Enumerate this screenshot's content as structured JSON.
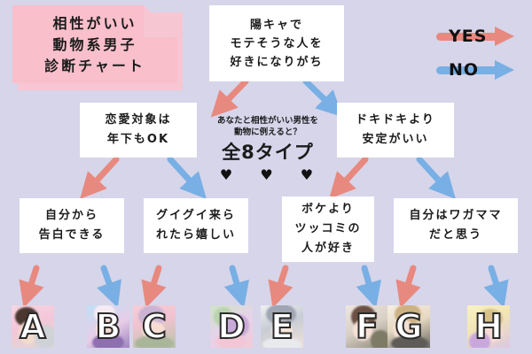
{
  "palette": {
    "background": "#d6d5ea",
    "yes_arrow": "#e8897f",
    "no_arrow": "#78afe4",
    "title_card": "#f9bfcb",
    "title_shadow": "#f6c6d2",
    "box_fill": "#ffffff",
    "text": "#1b1b1b"
  },
  "title": {
    "line1": "相性がいい",
    "line2": "動物系男子",
    "line3": "診断チャート"
  },
  "legend": {
    "yes_label": "YES",
    "no_label": "NO"
  },
  "center_caption": {
    "sub_line1": "あなたと相性がいい男性を",
    "sub_line2": "動物に例えると？",
    "main": "全8タイプ",
    "hearts": "♥ ♥ ♥"
  },
  "questions": {
    "root": {
      "line1": "陽キャで",
      "line2": "モテそうな人を",
      "line3": "好きになりがち"
    },
    "left": {
      "line1": "恋愛対象は",
      "line2": "年下もOK"
    },
    "right": {
      "line1": "ドキドキより",
      "line2": "安定がいい"
    },
    "leaf1": {
      "line1": "自分から",
      "line2": "告白できる"
    },
    "leaf2": {
      "line1": "グイグイ来ら",
      "line2": "れたら嬉しい"
    },
    "leaf3": {
      "line1": "ボケより",
      "line2": "ツッコミの",
      "line3": "人が好き"
    },
    "leaf4": {
      "line1": "自分はワガママ",
      "line2": "だと思う"
    }
  },
  "results": [
    {
      "letter": "A",
      "branch": "yes"
    },
    {
      "letter": "B",
      "branch": "no"
    },
    {
      "letter": "C",
      "branch": "yes"
    },
    {
      "letter": "D",
      "branch": "no"
    },
    {
      "letter": "E",
      "branch": "yes"
    },
    {
      "letter": "F",
      "branch": "no"
    },
    {
      "letter": "G",
      "branch": "yes"
    },
    {
      "letter": "H",
      "branch": "no"
    }
  ]
}
